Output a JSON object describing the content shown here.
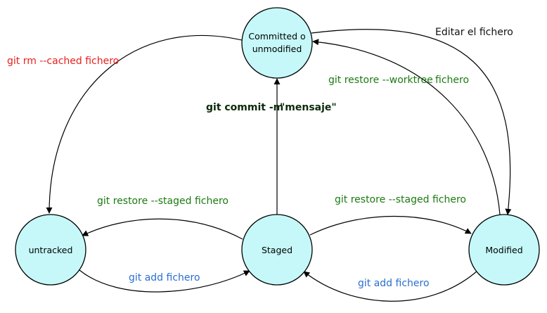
{
  "colors": {
    "node_fill": "#c6f8f9",
    "stroke": "#000000",
    "red": "#e8201c",
    "green": "#1c7a12",
    "dark_green": "#0c2a0c",
    "blue": "#2a6fd0",
    "black": "#111111"
  },
  "nodes": {
    "committed": {
      "line1": "Committed o",
      "line2": "unmodified"
    },
    "untracked": {
      "label": "untracked"
    },
    "staged": {
      "label": "Staged"
    },
    "modified": {
      "label": "Modified"
    }
  },
  "edges": {
    "rm_cached": "git rm --cached fichero",
    "commit_cmd": "git commit -m",
    "commit_msg": "\"mensaje\"",
    "editar": "Editar el fichero",
    "restore_worktree": "git restore --worktree",
    "restore_worktree_file": "fichero",
    "restore_staged_left": "git restore --staged fichero",
    "add_left": "git add fichero",
    "restore_staged_right": "git restore --staged fichero",
    "add_right": "git add fichero"
  }
}
